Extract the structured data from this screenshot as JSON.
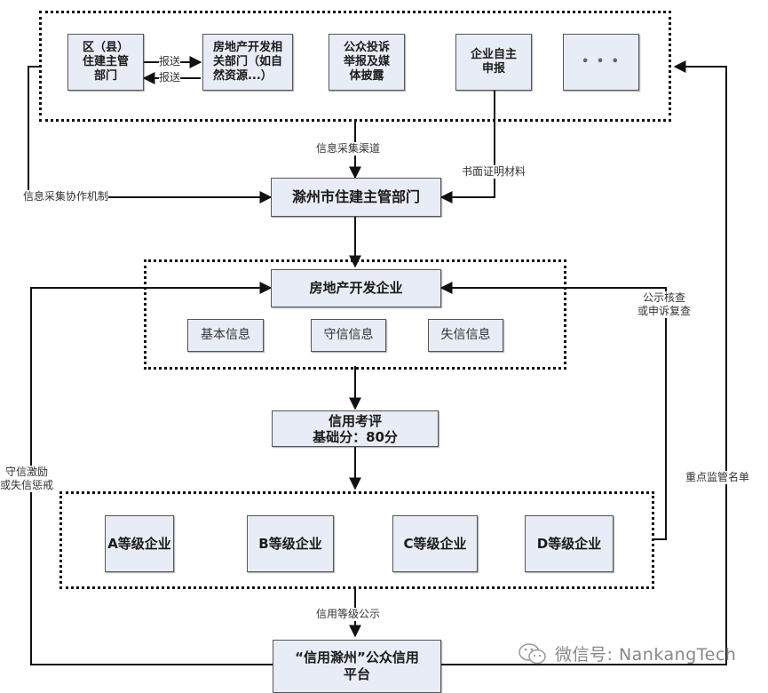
{
  "sources": {
    "district_dept": "区（县）\n住建主管\n部门",
    "related_depts": "房地产开发相\n关部门（如自\n然资源...）",
    "public_complaints": "公众投诉\n举报及媒\n体披露",
    "self_report": "企业自主\n申报",
    "more": "• • •",
    "report_forward": "报送",
    "report_back": "报送"
  },
  "edges": {
    "collection_channel": "信息采集渠道",
    "written_proof": "书面证明材料",
    "collab_mechanism": "信息采集协作机制",
    "review": "公示核查\n或申诉复查",
    "key_list": "重点监管名单",
    "incentive": "守信激励\n或失信惩戒",
    "grade_publish": "信用等级公示"
  },
  "nodes": {
    "city_dept": "滁州市住建主管部门",
    "developer": "房地产开发企业",
    "basic_info": "基本信息",
    "trust_info": "守信信息",
    "untrust_info": "失信信息",
    "evaluation": "信用考评\n基础分：80分",
    "grades": [
      "A等级企业",
      "B等级企业",
      "C等级企业",
      "D等级企业"
    ],
    "platform": "“信用滁州”公众信用\n平台"
  },
  "watermark": {
    "icon": "wechat-icon",
    "text": "微信号: NankangTech"
  },
  "colors": {
    "box_fill": "#e8ecf6",
    "box_border": "#555555",
    "line": "#111111"
  }
}
